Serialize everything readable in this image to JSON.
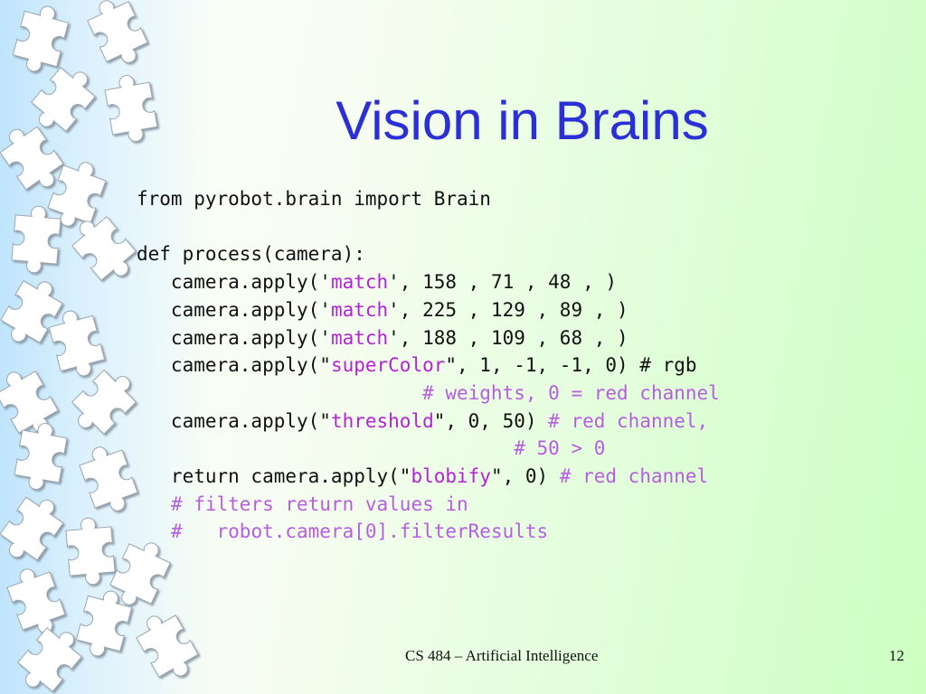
{
  "slide": {
    "title": "Vision in Brains",
    "footer": "CS 484 – Artificial Intelligence",
    "page_number": "12"
  },
  "code": [
    [
      {
        "t": "from pyrobot.brain import Brain",
        "k": "code"
      }
    ],
    [
      {
        "t": "",
        "k": "code"
      }
    ],
    [
      {
        "t": "def process(camera):",
        "k": "code"
      }
    ],
    [
      {
        "t": "   camera.apply('",
        "k": "code"
      },
      {
        "t": "match",
        "k": "str"
      },
      {
        "t": "', 158 , 71 , 48 , )",
        "k": "code"
      }
    ],
    [
      {
        "t": "   camera.apply('",
        "k": "code"
      },
      {
        "t": "match",
        "k": "str"
      },
      {
        "t": "', 225 , 129 , 89 , )",
        "k": "code"
      }
    ],
    [
      {
        "t": "   camera.apply('",
        "k": "code"
      },
      {
        "t": "match",
        "k": "str"
      },
      {
        "t": "', 188 , 109 , 68 , )",
        "k": "code"
      }
    ],
    [
      {
        "t": "   camera.apply(\"",
        "k": "code"
      },
      {
        "t": "superColor",
        "k": "str"
      },
      {
        "t": "\", 1, -1, -1, 0) # rgb",
        "k": "code"
      }
    ],
    [
      {
        "t": "                         ",
        "k": "code"
      },
      {
        "t": "# weights, 0 = red channel",
        "k": "cmt"
      }
    ],
    [
      {
        "t": "   camera.apply(\"",
        "k": "code"
      },
      {
        "t": "threshold",
        "k": "str"
      },
      {
        "t": "\", 0, 50) ",
        "k": "code"
      },
      {
        "t": "# red channel,",
        "k": "cmt"
      }
    ],
    [
      {
        "t": "                                 ",
        "k": "code"
      },
      {
        "t": "# 50 > 0",
        "k": "cmt"
      }
    ],
    [
      {
        "t": "   return camera.apply(\"",
        "k": "code"
      },
      {
        "t": "blobify",
        "k": "str"
      },
      {
        "t": "\", 0) ",
        "k": "code"
      },
      {
        "t": "# red channel",
        "k": "cmt"
      }
    ],
    [
      {
        "t": "   ",
        "k": "code"
      },
      {
        "t": "# filters return values in",
        "k": "cmt"
      }
    ],
    [
      {
        "t": "   ",
        "k": "code"
      },
      {
        "t": "#   robot.camera[0].filterResults",
        "k": "cmt"
      }
    ]
  ]
}
